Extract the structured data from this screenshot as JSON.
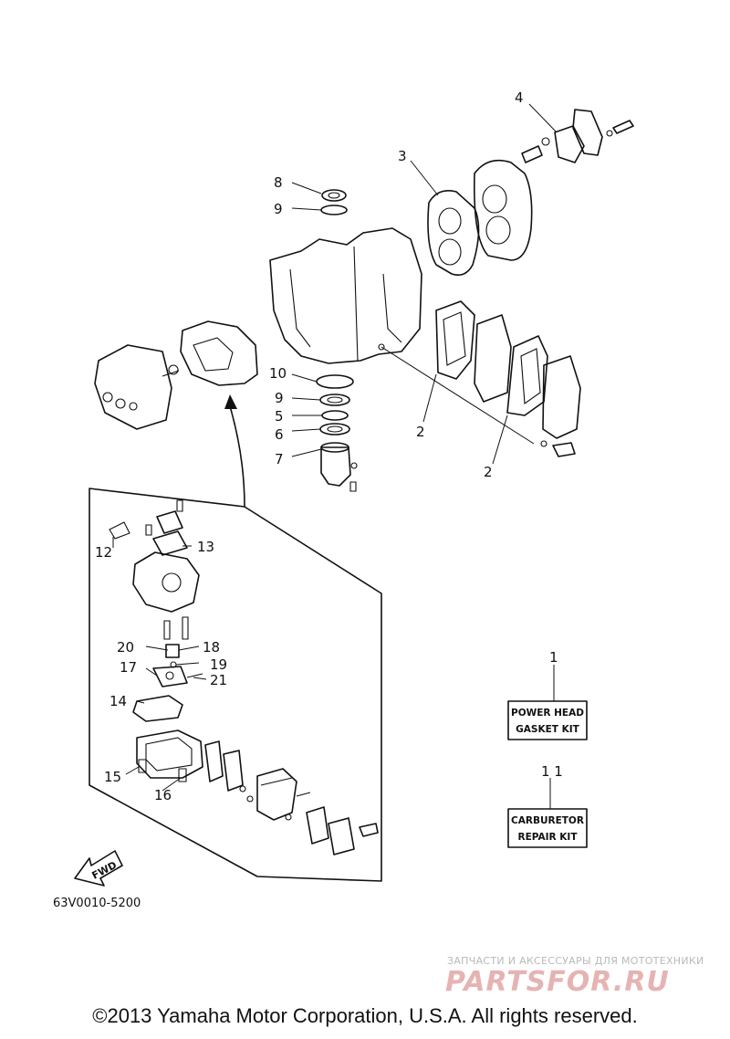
{
  "callouts": {
    "c1": "1",
    "c2a": "2",
    "c2b": "2",
    "c3": "3",
    "c4": "4",
    "c5": "5",
    "c6": "6",
    "c7": "7",
    "c8": "8",
    "c9a": "9",
    "c9b": "9",
    "c10": "10",
    "c11": "1 1",
    "c12": "12",
    "c13": "13",
    "c14": "14",
    "c15": "15",
    "c16": "16",
    "c17": "17",
    "c18": "18",
    "c19": "19",
    "c20": "20",
    "c21": "21"
  },
  "kits": {
    "power_head": {
      "line1": "POWER HEAD",
      "line2": "GASKET KIT"
    },
    "carburetor": {
      "line1": "CARBURETOR",
      "line2": "REPAIR KIT"
    }
  },
  "fwd_label": "FWD",
  "catalog_code": "63V0010-5200",
  "watermark": {
    "tagline": "ЗАПЧАСТИ И АКСЕССУАРЫ ДЛЯ МОТОТЕХНИКИ",
    "logo": "PARTSFOR.RU"
  },
  "copyright": "©2013 Yamaha Motor Corporation, U.S.A. All rights reserved."
}
